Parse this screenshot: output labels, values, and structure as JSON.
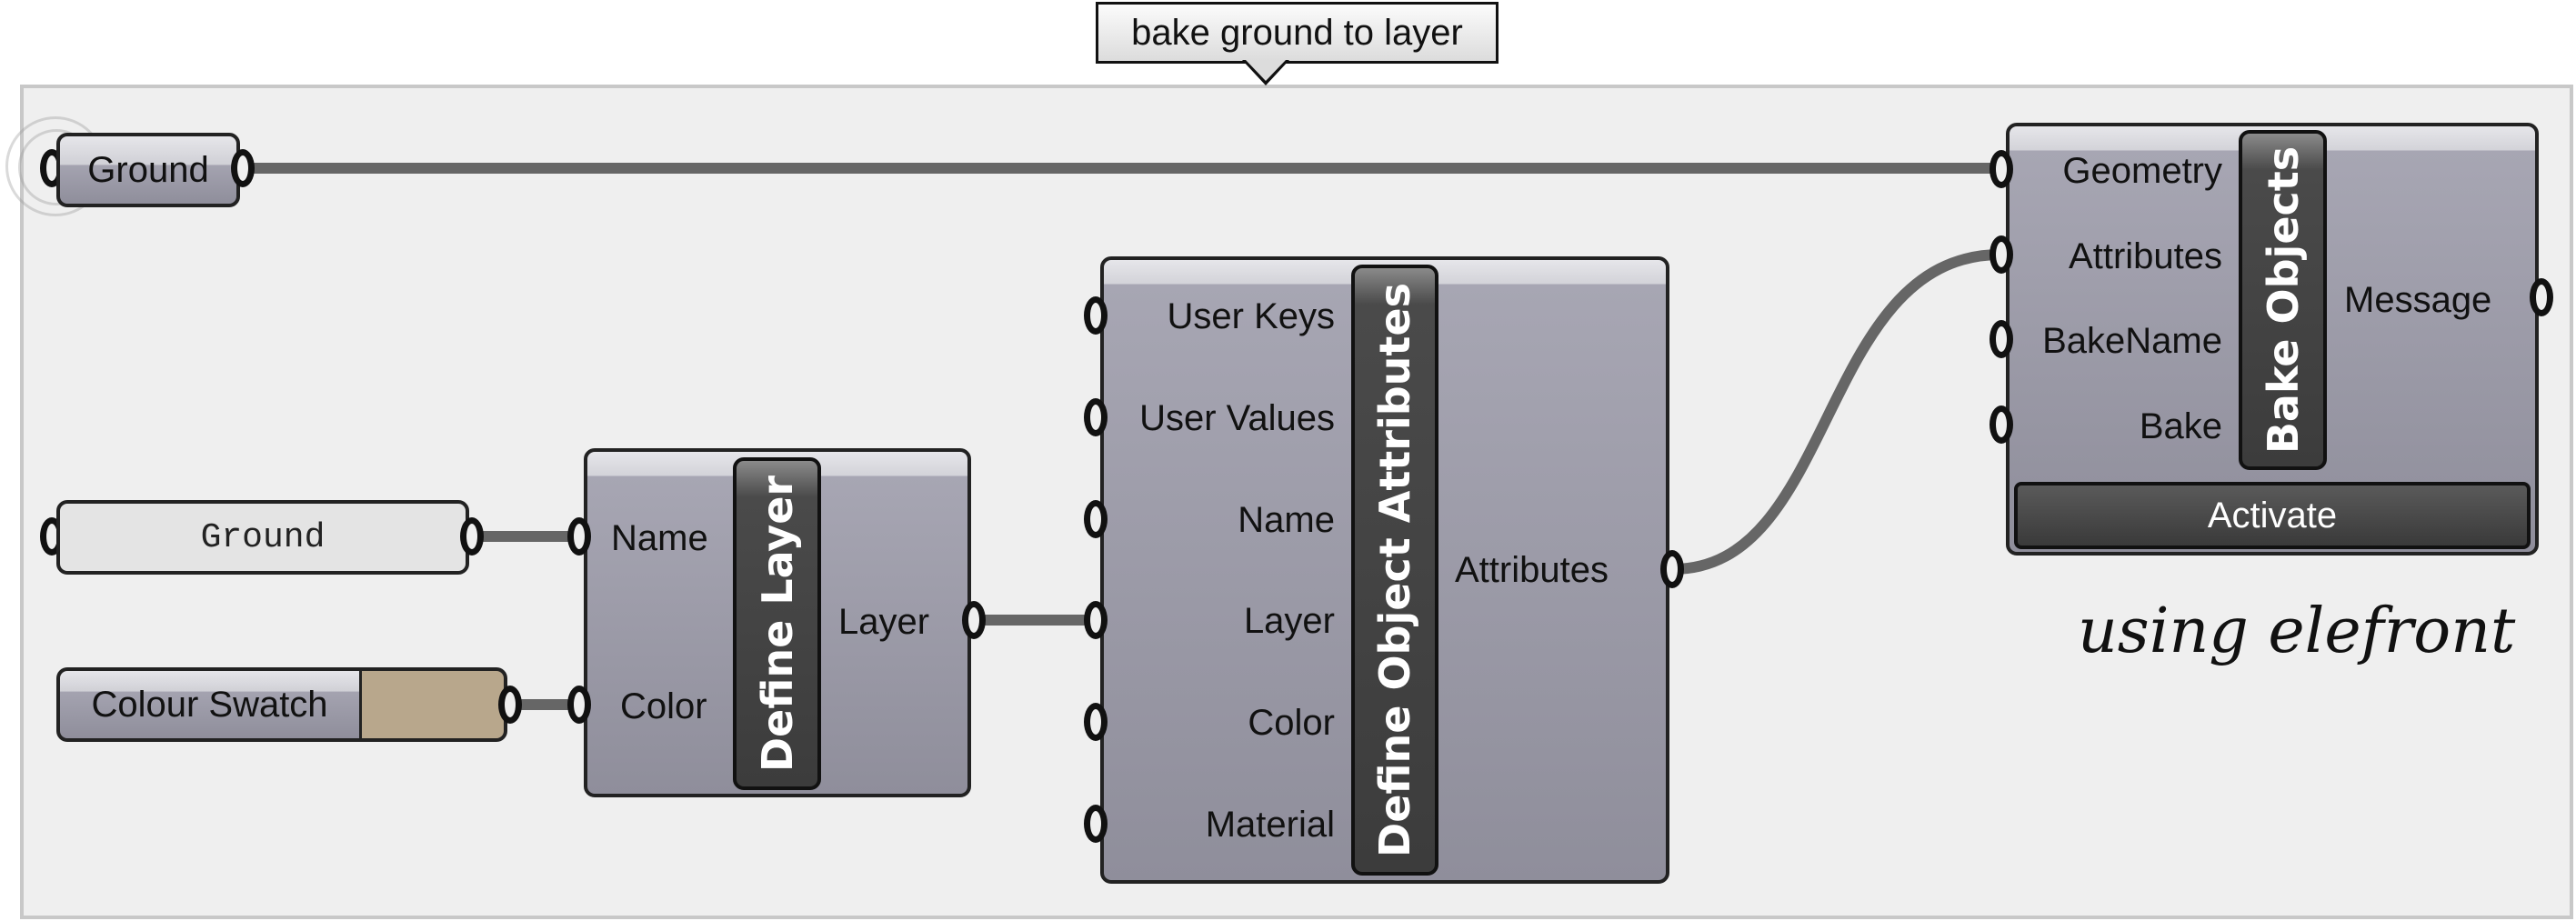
{
  "group": {
    "label": "bake ground to layer"
  },
  "colors": {
    "canvas": "#efefef",
    "wire": "#666666",
    "component": "#9d9ca8",
    "nickname_bar": "#3c3c3c",
    "swatch": "#b8a78c",
    "panel": "#e4e4e4"
  },
  "params": {
    "ground_geometry": {
      "label": "Ground"
    },
    "ground_panel": {
      "value": "Ground"
    },
    "colour_swatch": {
      "label": "Colour Swatch",
      "color": "#b8a78c"
    }
  },
  "components": {
    "define_layer": {
      "nickname": "Define Layer",
      "inputs": [
        "Name",
        "Color"
      ],
      "outputs": [
        "Layer"
      ]
    },
    "define_object_attributes": {
      "nickname": "Define Object Attributes",
      "inputs": [
        "User Keys",
        "User Values",
        "Name",
        "Layer",
        "Color",
        "Material"
      ],
      "outputs": [
        "Attributes"
      ]
    },
    "bake_objects": {
      "nickname": "Bake Objects",
      "inputs": [
        "Geometry",
        "Attributes",
        "BakeName",
        "Bake"
      ],
      "outputs": [
        "Message"
      ],
      "button_label": "Activate"
    }
  },
  "scribble": {
    "text": "using elefront"
  }
}
